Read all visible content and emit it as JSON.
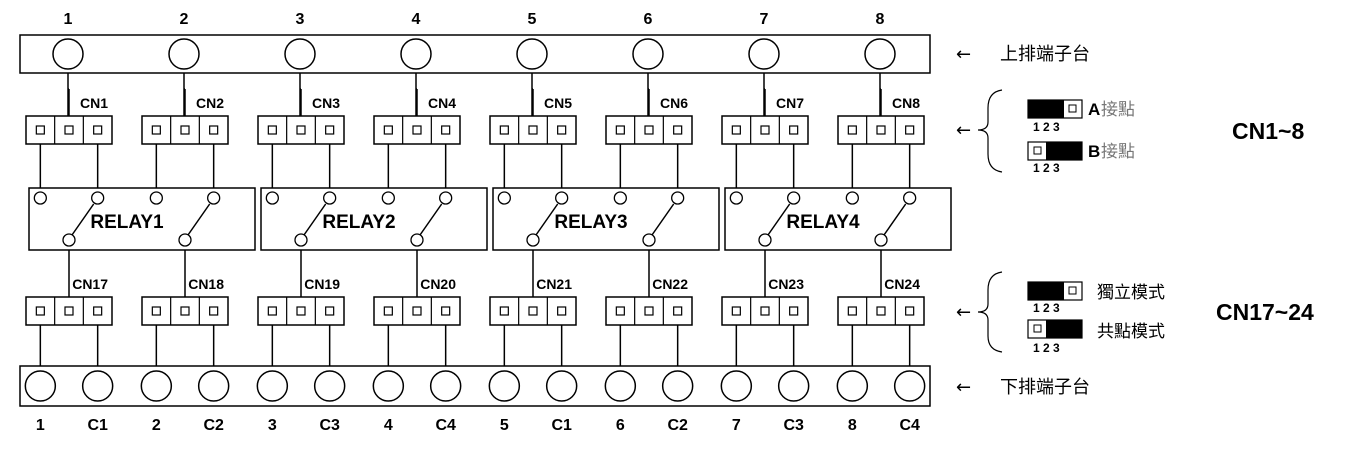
{
  "top_terminal": {
    "label": "上排端子台",
    "numbers": [
      "1",
      "2",
      "3",
      "4",
      "5",
      "6",
      "7",
      "8"
    ]
  },
  "bottom_terminal": {
    "label": "下排端子台",
    "labels": [
      "1",
      "C1",
      "2",
      "C2",
      "3",
      "C3",
      "4",
      "C4",
      "5",
      "C1",
      "6",
      "C2",
      "7",
      "C3",
      "8",
      "C4"
    ]
  },
  "connectors_top": [
    "CN1",
    "CN2",
    "CN3",
    "CN4",
    "CN5",
    "CN6",
    "CN7",
    "CN8"
  ],
  "connectors_bottom": [
    "CN17",
    "CN18",
    "CN19",
    "CN20",
    "CN21",
    "CN22",
    "CN23",
    "CN24"
  ],
  "relays": [
    "RELAY1",
    "RELAY2",
    "RELAY3",
    "RELAY4"
  ],
  "legend_top": {
    "group_label": "CN1~8",
    "option_a_letter": "A",
    "option_a_text": "接點",
    "option_b_letter": "B",
    "option_b_text": "接點",
    "pin_numbers": "1 2 3"
  },
  "legend_bottom": {
    "group_label": "CN17~24",
    "option_1_text": "獨立模式",
    "option_2_text": "共點模式",
    "pin_numbers": "1 2 3"
  },
  "arrow_symbol": "←"
}
